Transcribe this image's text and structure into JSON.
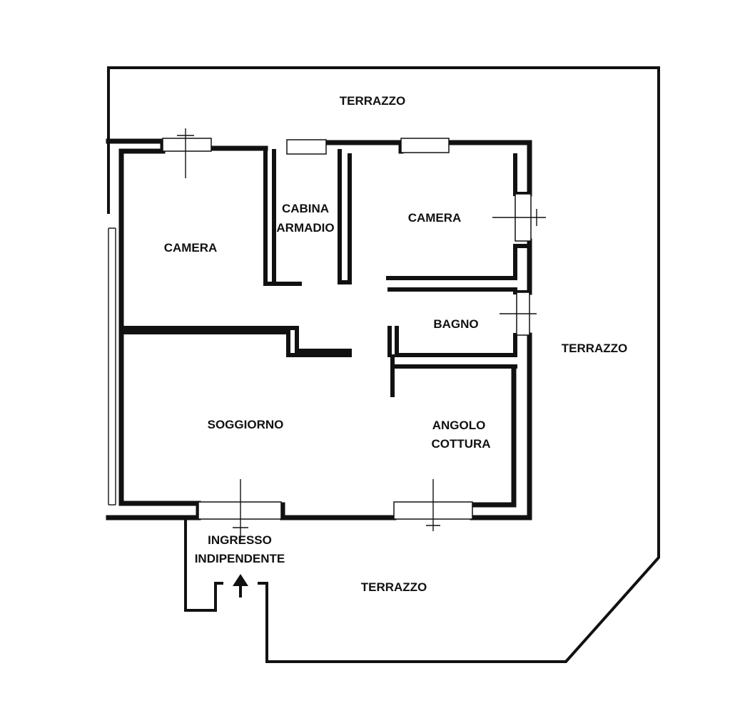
{
  "rooms": {
    "terrazzo_top": "TERRAZZO",
    "terrazzo_right": "TERRAZZO",
    "terrazzo_bottom": "TERRAZZO",
    "camera_left": "CAMERA",
    "cabina_line1": "CABINA",
    "cabina_line2": "ARMADIO",
    "camera_right": "CAMERA",
    "bagno": "BAGNO",
    "soggiorno": "SOGGIORNO",
    "angolo_line1": "ANGOLO",
    "angolo_line2": "COTTURA",
    "ingresso_line1": "INGRESSO",
    "ingresso_line2": "INDIPENDENTE"
  },
  "colors": {
    "ink": "#111111",
    "paper": "#ffffff"
  }
}
